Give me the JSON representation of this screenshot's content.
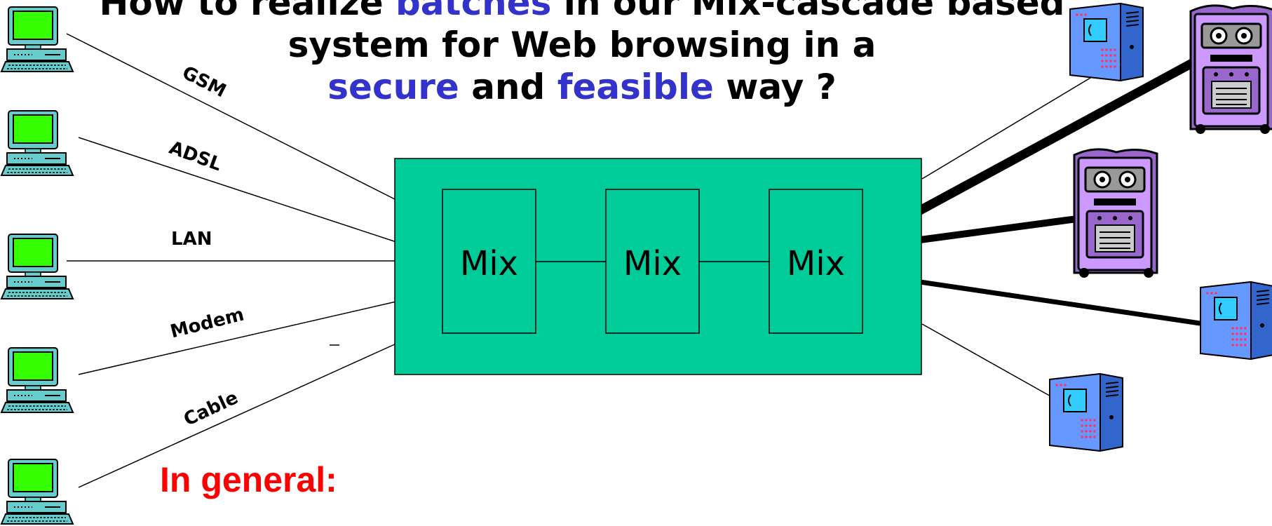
{
  "title": {
    "line1_prefix": "How to realize ",
    "line1_highlight": "batches",
    "line1_suffix": " in our Mix-cascade based",
    "line2": "system for Web browsing in a",
    "line3_highlight1": "secure",
    "line3_mid": " and ",
    "line3_highlight2": "feasible",
    "line3_suffix": " way ?"
  },
  "connections": [
    "GSM",
    "ADSL",
    "LAN",
    "Modem",
    "Cable"
  ],
  "mixes": [
    "Mix",
    "Mix",
    "Mix"
  ],
  "footer": {
    "general_label": "In general:"
  },
  "icons": {
    "client": "desktop-computer-icon",
    "web_server": "server-tower-icon",
    "mix_server": "mix-server-icon"
  },
  "colors": {
    "cascade_box": "#00cc99",
    "highlight": "#3333cc",
    "general_text": "#ff0000",
    "screen": "#33ff00",
    "server_blue": "#6699ff",
    "mix_server_purple": "#cc99ff"
  }
}
